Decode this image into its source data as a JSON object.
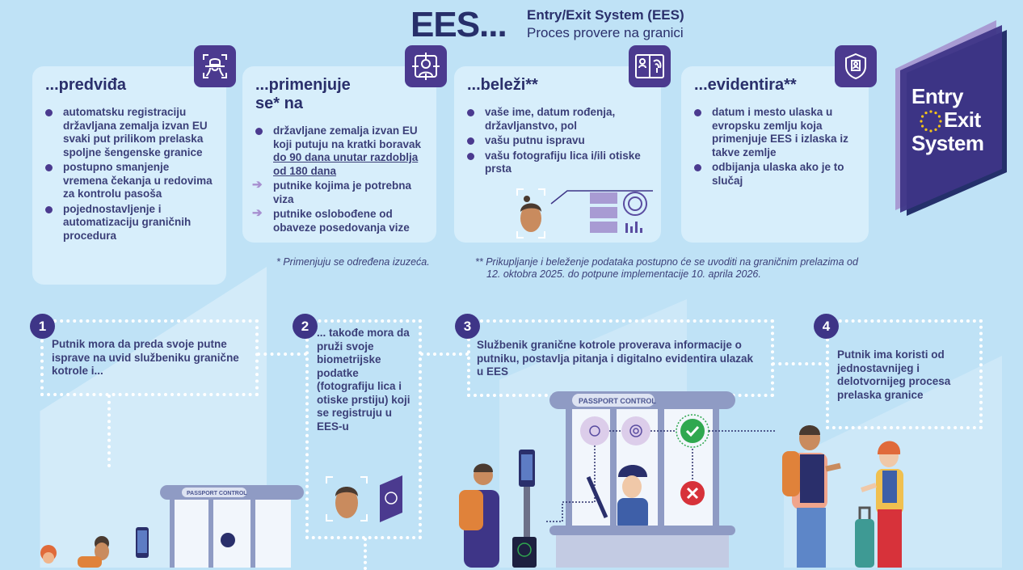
{
  "header": {
    "title": "EES...",
    "subtitle_bold": "Entry/Exit System (EES)",
    "subtitle": "Proces provere na granici"
  },
  "cards": [
    {
      "heading": "...predviđa",
      "icon": "face-scan-icon",
      "items": [
        "automatsku registraciju državljana zemalja izvan EU svaki put prilikom prelaska spoljne šengenske granice",
        "postupno smanjenje vremena čekanja u redovima za kontrolu pasoša",
        "pojednostavljenje i automatizaciju graničnih procedura"
      ]
    },
    {
      "heading_line1": "...primenjuje",
      "heading_line2": "se* na",
      "icon": "face-target-icon",
      "item_main": "državljane zemalja izvan EU koji putuju na kratki boravak ",
      "item_underlined": "do 90 dana unutar razdoblja od 180 dana",
      "sub_items": [
        "putnike kojima je potrebna viza",
        "putnike oslobođene od obaveze posedovanja vize"
      ]
    },
    {
      "heading": "...beleži**",
      "icon": "passport-fingerprint-icon",
      "items": [
        "vaše ime, datum rođenja, državljanstvo, pol",
        "vašu putnu ispravu",
        "vašu fotografiju lica i/ili otiske prsta"
      ]
    },
    {
      "heading": "...evidentira**",
      "icon": "shield-id-icon",
      "items": [
        "datum i mesto ulaska u evropsku zemlju koja primenjuje EES i izlaska iz takve zemlje",
        "odbijanja ulaska ako je to slučaj"
      ]
    }
  ],
  "footnotes": {
    "one": "* Primenjuju se određena izuzeća.",
    "two_line1": "** Prikupljanje i beleženje podataka postupno će se uvoditi na graničnim prelazima od",
    "two_line2": "12. oktobra 2025. do potpune implementacije 10. aprila 2026."
  },
  "logo": {
    "line1": "Entry",
    "line2": "Exit",
    "line3": "System"
  },
  "steps": [
    {
      "num": "1",
      "text": "Putnik mora da preda svoje putne isprave na uvid službeniku granične kotrole i..."
    },
    {
      "num": "2",
      "text": "... takođe mora da pruži svoje biometrijske podatke (fotografiju lica i otiske prstiju) koji se registruju u EES-u"
    },
    {
      "num": "3",
      "text": "Službenik granične kotrole proverava informacije o putniku, postavlja pitanja i digitalno evidentira ulazak u EES"
    },
    {
      "num": "4",
      "text": "Putnik ima koristi od jednostavnijeg i delotvornijeg procesa prelaska granice"
    }
  ],
  "booth": {
    "sign": "PASSPORT CONTROL"
  },
  "colors": {
    "background": "#bfe2f6",
    "card": "#d7eefb",
    "navy": "#2a2f6b",
    "purple": "#4b3a8f",
    "lilac": "#a89bd3",
    "success": "#2fa84f",
    "error": "#d7323a"
  }
}
